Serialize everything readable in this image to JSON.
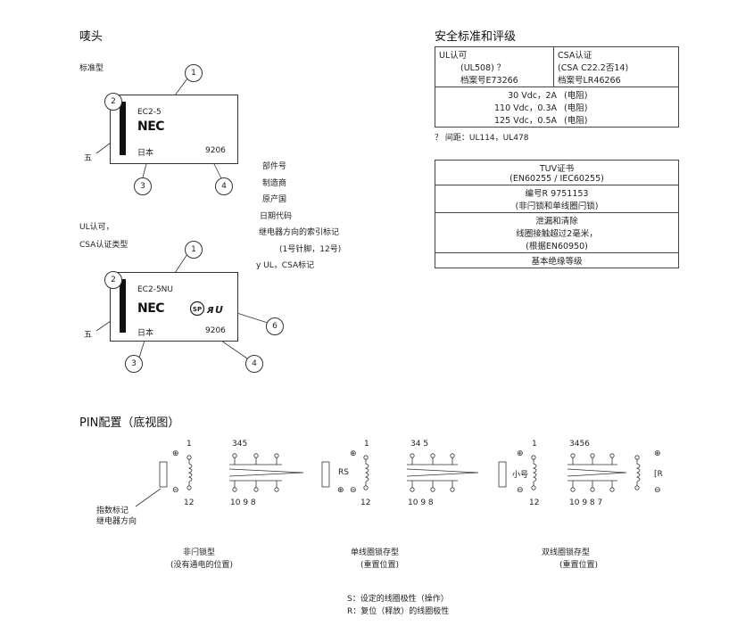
{
  "sections": {
    "marking_title": "唛头",
    "safety_title": "安全标准和评级",
    "pin_title": "PIN配置（底视图）"
  },
  "relay1": {
    "type_label": "标准型",
    "part_no": "EC2-5",
    "brand": "NEC",
    "origin": "日本",
    "date_code": "9206",
    "callouts": {
      "c1": "1",
      "c2": "2",
      "c3": "3",
      "c4": "4",
      "c5": "五"
    }
  },
  "relay2": {
    "type_label_1": "UL认可，",
    "type_label_2": "CSA认证类型",
    "part_no": "EC2-5NU",
    "brand": "NEC",
    "origin": "日本",
    "date_code": "9206",
    "callouts": {
      "c1": "1",
      "c2": "2",
      "c3": "3",
      "c4": "4",
      "c5": "五",
      "c6": "6"
    }
  },
  "legend": {
    "items": [
      "部件号",
      "制造商",
      "原产国",
      "日期代码",
      "继电器方向的索引标记",
      "(1号针脚，12号)",
      "у UL，CSA标记"
    ]
  },
  "ul_table": {
    "ul_title": "UL认可",
    "ul_std": "(UL508) ？",
    "ul_file": "档案号E73266",
    "csa_title": "CSA认证",
    "csa_std": "(CSA C22.2否14)",
    "csa_file": "档案号LR46266",
    "ratings": [
      {
        "v": "30 Vdc，2A",
        "r": "(电阻)"
      },
      {
        "v": "110 Vdc，0.3A",
        "r": "(电阻)"
      },
      {
        "v": "125 Vdc，0.5A",
        "r": "(电阻)"
      }
    ],
    "footnote": "？ 间距：UL114，UL478"
  },
  "tuv_table": {
    "row1_a": "TUV证书",
    "row1_b": "(EN60255 / IEC60255)",
    "row2_a": "编号R 9751153",
    "row2_b": "(非闩锁和单线圈闩锁)",
    "row3_a": "泄漏和清除",
    "row3_b": "线圈接触超过2毫米，",
    "row3_c": "(根据EN60950)",
    "row4": "基本绝缘等级"
  },
  "pins": {
    "d1": {
      "top_left": "1",
      "top_right": "345",
      "bot_left": "12",
      "bot_right": "10 9 8",
      "plus": "⊕",
      "minus": "⊖"
    },
    "d2": {
      "top_left": "1",
      "top_right": "34 5",
      "bot_left": "12",
      "bot_right": "10 9 8",
      "coil": "RS",
      "plus": "⊕",
      "minus": "⊖"
    },
    "d3": {
      "top_left": "1",
      "top_right": "3456",
      "bot_left": "12",
      "bot_right": "10 9 8 7",
      "coil_left": "小号",
      "coil_right": "[R",
      "plus": "⊕",
      "minus": "⊖"
    },
    "index_mark_1": "指数标记",
    "index_mark_2": "继电器方向"
  },
  "captions": {
    "c1_a": "非闩锁型",
    "c1_b": "(没有通电的位置)",
    "c2_a": "单线圈锁存型",
    "c2_b": "(重置位置)",
    "c3_a": "双线圈锁存型",
    "c3_b": "(重置位置)"
  },
  "notes": {
    "s": "S：设定的线圈极性（操作）",
    "r": "R：复位（释放）的线圈极性"
  }
}
